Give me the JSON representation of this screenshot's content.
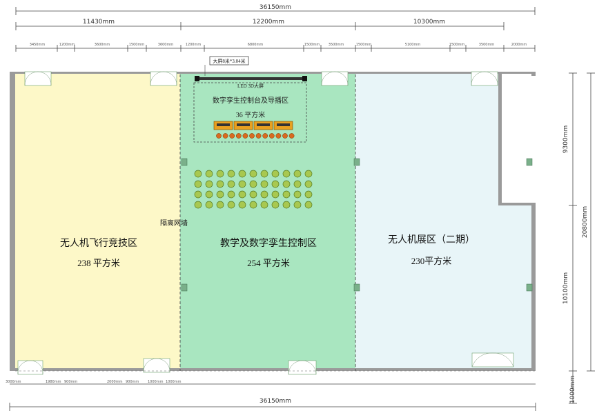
{
  "total_width_top": "36150mm",
  "total_width_bottom": "36150mm",
  "section_widths": [
    "11430mm",
    "12200mm",
    "10300mm"
  ],
  "sub_dimensions": {
    "left": [
      "3450mm",
      "1200mm",
      "3600mm",
      "1500mm",
      "3600mm"
    ],
    "middle": [
      "1200mm",
      "6800mm",
      "1500mm",
      "3500mm"
    ],
    "right": [
      "1500mm",
      "5100mm",
      "1500mm",
      "3500mm",
      "2000mm"
    ]
  },
  "side_dimensions": [
    "9300mm",
    "20800mm",
    "10100mm",
    "1000mm"
  ],
  "bottom_sub_dimensions": [
    "3000mm",
    "1980mm",
    "900mm",
    "2000mm",
    "900mm",
    "1000mm",
    "1000mm"
  ],
  "screen_label": "大屏8米*3.04米",
  "led_label": "LED 3D大屏",
  "control_area_label": "数字孪生控制台及导播区",
  "control_area_size": "36 平方米",
  "partition_label": "隔离网墙",
  "zones": [
    {
      "title": "无人机飞行竞技区",
      "area": "238 平方米",
      "color": "#fdf8c8"
    },
    {
      "title": "教学及数字孪生控制区",
      "area": "254 平方米",
      "color": "#a9e6c0"
    },
    {
      "title": "无人机展区（二期）",
      "area": "230平方米",
      "color": "#e8f5f8"
    }
  ],
  "seating": {
    "rows": 4,
    "cols": 11,
    "control_seats": 12
  },
  "colors": {
    "wall": "#9a9a9a",
    "desk": "#e8a020",
    "chair_green": "#a8c850",
    "chair_orange": "#d96a20"
  }
}
